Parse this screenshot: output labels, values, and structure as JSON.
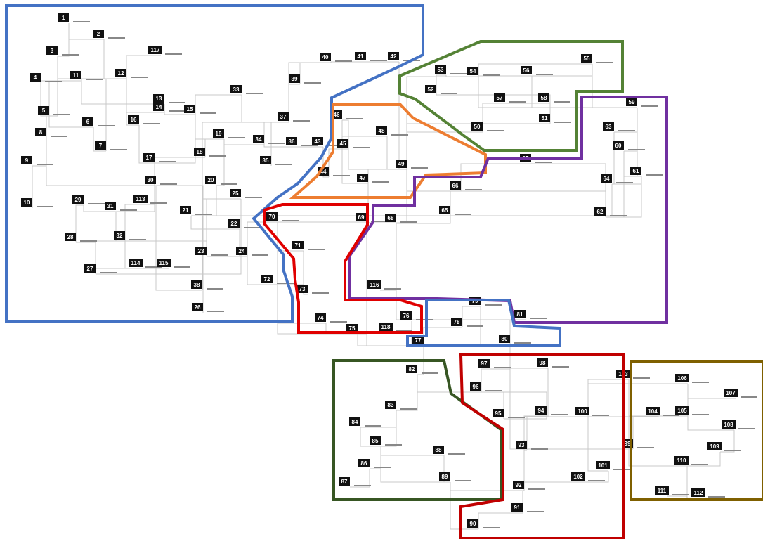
{
  "regions": [
    {
      "id": "zone-1",
      "color": "#4472c4"
    },
    {
      "id": "zone-2",
      "color": "#ed7d31"
    },
    {
      "id": "zone-3",
      "color": "#548235"
    },
    {
      "id": "zone-4",
      "color": "#7030a0"
    },
    {
      "id": "zone-5",
      "color": "#e00000"
    },
    {
      "id": "zone-6",
      "color": "#4472c4"
    },
    {
      "id": "zone-7",
      "color": "#375623"
    },
    {
      "id": "zone-8",
      "color": "#c00000"
    },
    {
      "id": "zone-9",
      "color": "#7f6000"
    }
  ],
  "buses": [
    "1",
    "2",
    "3",
    "4",
    "5",
    "6",
    "7",
    "8",
    "9",
    "10",
    "11",
    "12",
    "13",
    "14",
    "15",
    "16",
    "17",
    "18",
    "19",
    "20",
    "21",
    "22",
    "23",
    "24",
    "25",
    "26",
    "27",
    "28",
    "29",
    "30",
    "31",
    "32",
    "33",
    "34",
    "35",
    "36",
    "37",
    "38",
    "39",
    "40",
    "41",
    "42",
    "43",
    "44",
    "45",
    "46",
    "47",
    "48",
    "49",
    "50",
    "51",
    "52",
    "53",
    "54",
    "55",
    "56",
    "57",
    "58",
    "59",
    "60",
    "61",
    "62",
    "63",
    "64",
    "65",
    "66",
    "67",
    "68",
    "69",
    "70",
    "71",
    "72",
    "73",
    "74",
    "75",
    "76",
    "77",
    "78",
    "79",
    "80",
    "81",
    "82",
    "83",
    "84",
    "85",
    "86",
    "87",
    "88",
    "89",
    "90",
    "91",
    "92",
    "93",
    "94",
    "95",
    "96",
    "97",
    "98",
    "99",
    "100",
    "101",
    "102",
    "103",
    "104",
    "105",
    "106",
    "107",
    "108",
    "109",
    "110",
    "111",
    "112",
    "113",
    "114",
    "115",
    "116",
    "117",
    "118"
  ]
}
